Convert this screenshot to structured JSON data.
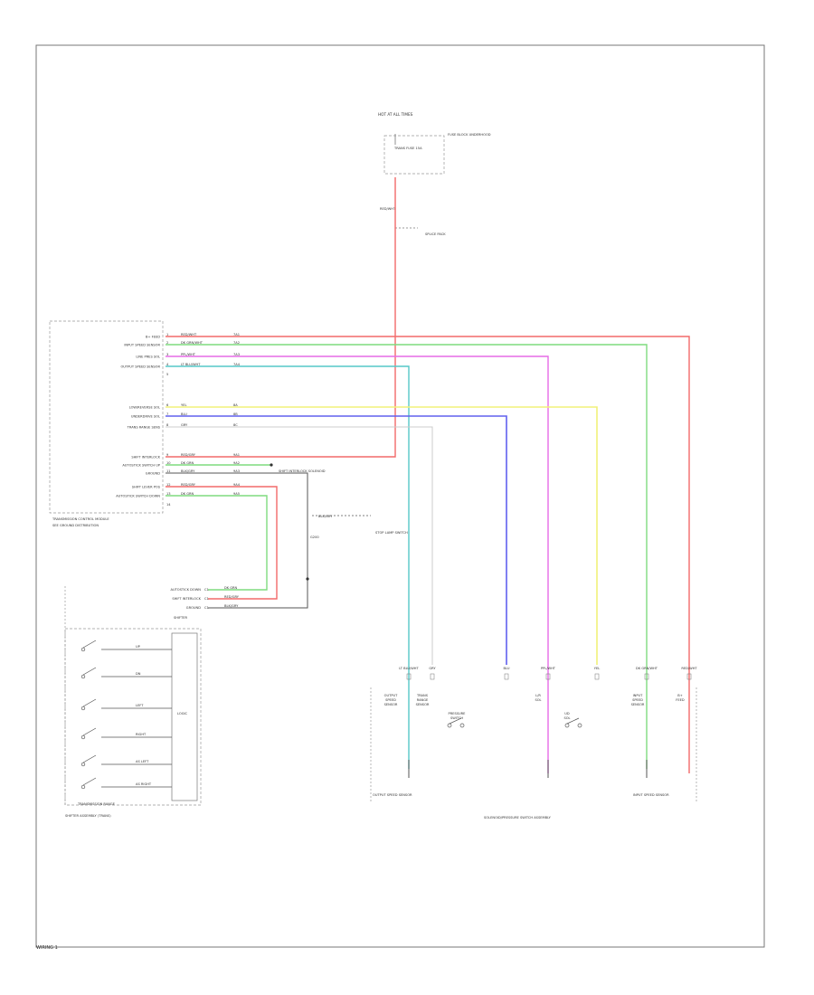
{
  "colors": {
    "red": "#f26a6a",
    "green": "#7fdc7f",
    "violet": "#e66be6",
    "teal": "#55c8c8",
    "yellow": "#f2f27a",
    "blue": "#6060ee",
    "black": "#555555",
    "white": "#cccccc"
  },
  "hot_source": {
    "label": "HOT AT ALL TIMES",
    "fuse_note": "FUSE BLOCK UNDERHOOD",
    "fuse_label": "TRANS FUSE 15A",
    "wire": "RED/WHT",
    "splice_label": "SPLICE PACK"
  },
  "module": {
    "title": "TRANSMISSION CONTROL MODULE",
    "pins_top": [
      {
        "pin": "1",
        "label": "B+ FEED",
        "wire": "RED/WHT",
        "code": "7A1"
      },
      {
        "pin": "2",
        "label": "INPUT SPEED SENSOR",
        "wire": "DK GRN/WHT",
        "code": "7A2"
      },
      {
        "pin": "3",
        "label": "LINE PRES SOL",
        "wire": "PPL/WHT",
        "code": "7A3"
      },
      {
        "pin": "4",
        "label": "OUTPUT SPEED SENSOR",
        "wire": "LT BLU/WHT",
        "code": "7A4"
      },
      {
        "pin": "5",
        "label": "",
        "wire": "",
        "code": ""
      }
    ],
    "pins_mid": [
      {
        "pin": "6",
        "label": "LOW/REVERSE SOL",
        "wire": "YEL",
        "code": "8A"
      },
      {
        "pin": "7",
        "label": "UNDERDRIVE SOL",
        "wire": "BLU",
        "code": "8B"
      },
      {
        "pin": "8",
        "label": "TRANS RANGE SENS",
        "wire": "GRY",
        "code": "8C"
      }
    ],
    "pins_bot": [
      {
        "pin": "9",
        "label": "SHIFT INTERLOCK",
        "wire": "RED/GRY",
        "code": "9A1"
      },
      {
        "pin": "10",
        "label": "AUTOSTICK SWITCH UP",
        "wire": "DK GRN",
        "code": "9A2"
      },
      {
        "pin": "11",
        "label": "GROUND",
        "wire": "BLK/GRY",
        "code": "9A3"
      },
      {
        "pin": "12",
        "label": "SHIFT LEVER POS",
        "wire": "RED/GRY",
        "code": "9A4"
      },
      {
        "pin": "13",
        "label": "AUTOSTICK SWITCH DOWN",
        "wire": "DK GRN",
        "code": "9A5"
      },
      {
        "pin": "14",
        "label": "",
        "wire": "",
        "code": ""
      }
    ],
    "footnote": "SEE GROUND DISTRIBUTION"
  },
  "shift_interlock": {
    "label": "SHIFT INTERLOCK SOLENOID",
    "ground_wire": "BLK/GRY",
    "ground_label": "G200",
    "sub_label": "STOP LAMP SWITCH"
  },
  "shifter": {
    "title": "SHIFTER",
    "connector_label": "C1",
    "wires": [
      {
        "label": "AUTOSTICK DOWN",
        "wire": "DK GRN"
      },
      {
        "label": "SHIFT INTERLOCK",
        "wire": "RED/GRY"
      },
      {
        "label": "GROUND",
        "wire": "BLK/GRY"
      }
    ],
    "switch_labels": [
      "UP",
      "DN",
      "LEFT",
      "RIGHT",
      "AS LEFT",
      "AS RIGHT"
    ],
    "block_label": "LOGIC",
    "bottom_label": "TRANSMISSION RANGE",
    "caption": "SHIFTER ASSEMBLY (TRANS)"
  },
  "solenoid_pack": {
    "pin_labels": [
      "LT BLU/WHT",
      "GRY",
      "BLU",
      "PPL/WHT",
      "YEL",
      "DK GRN/WHT",
      "RED/WHT"
    ],
    "components": [
      "OUTPUT SPEED SENSOR",
      "TRANS RANGE SENSOR",
      "PRESSURE SWITCH",
      "L/R SOL",
      "UD SOL",
      "INPUT SPEED SENSOR",
      "B+ FEED"
    ],
    "caption": "SOLENOID/PRESSURE SWITCH ASSEMBLY",
    "left_caption": "OUTPUT SPEED SENSOR",
    "right_caption": "INPUT SPEED SENSOR"
  },
  "footer": "WIRING 1"
}
